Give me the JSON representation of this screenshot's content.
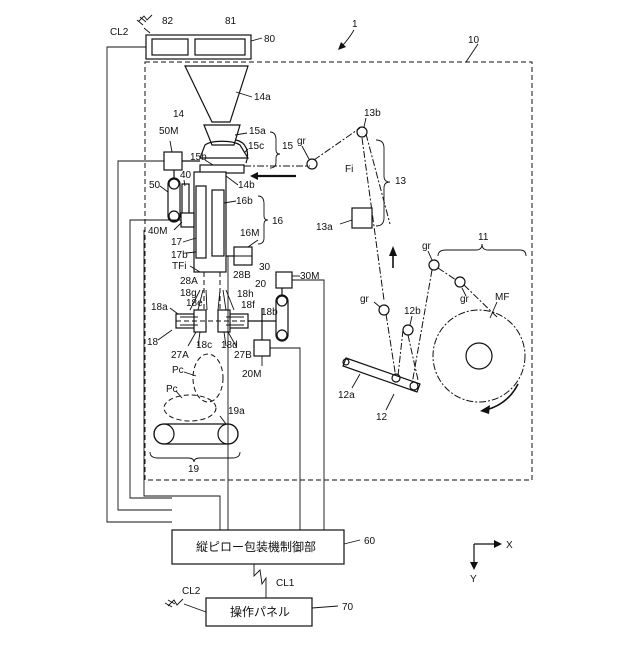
{
  "labels": {
    "l1": "1",
    "l10": "10",
    "l11": "11",
    "l12": "12",
    "l12a": "12a",
    "l12b": "12b",
    "l13": "13",
    "l13a": "13a",
    "l13b": "13b",
    "l14": "14",
    "l14a": "14a",
    "l14b": "14b",
    "l15": "15",
    "l15a": "15a",
    "l15b": "15b",
    "l15c": "15c",
    "l16": "16",
    "l16b": "16b",
    "l16M": "16M",
    "l17": "17",
    "l17b": "17b",
    "l18": "18",
    "l18a": "18a",
    "l18b": "18b",
    "l18c": "18c",
    "l18d": "18d",
    "l18e": "18e",
    "l18f": "18f",
    "l18g": "18g",
    "l18h": "18h",
    "l19": "19",
    "l19a": "19a",
    "l20": "20",
    "l20M": "20M",
    "l27A": "27A",
    "l27B": "27B",
    "l28A": "28A",
    "l28B": "28B",
    "l30": "30",
    "l30M": "30M",
    "l40": "40",
    "l40M": "40M",
    "l50": "50",
    "l50M": "50M",
    "l60": "60",
    "l70": "70",
    "l80": "80",
    "l81": "81",
    "l82": "82",
    "lCL1": "CL1",
    "lCL2a": "CL2",
    "lCL2b": "CL2",
    "lFi": "Fi",
    "lMF": "MF",
    "lTFi": "TFi",
    "lPc1": "Pc",
    "lPc2": "Pc",
    "gr1": "gr",
    "gr2": "gr",
    "gr3": "gr",
    "gr4": "gr"
  },
  "controller": {
    "label": "縦ピロー包装機制御部"
  },
  "panel": {
    "label": "操作パネル"
  },
  "axes": {
    "x": "X",
    "y": "Y"
  }
}
